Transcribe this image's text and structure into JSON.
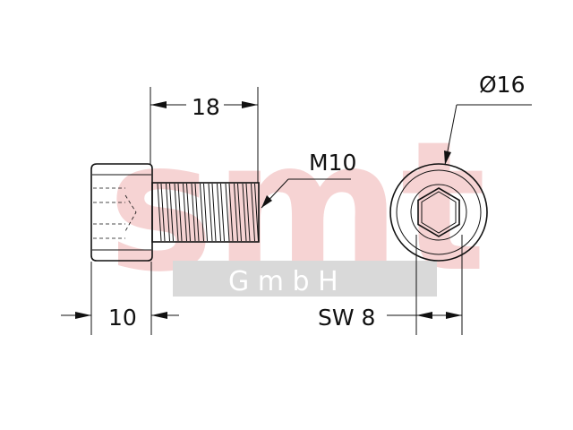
{
  "dimensions": {
    "head_height": "18",
    "head_length": "10",
    "thread": "M10",
    "head_diameter": "Ø16",
    "hex_socket": "SW 8"
  },
  "watermark": {
    "logo_text": "smt",
    "sub_text": "G m b H",
    "logo_color": "#f2c4c4",
    "band_color": "#d9d9d9"
  }
}
